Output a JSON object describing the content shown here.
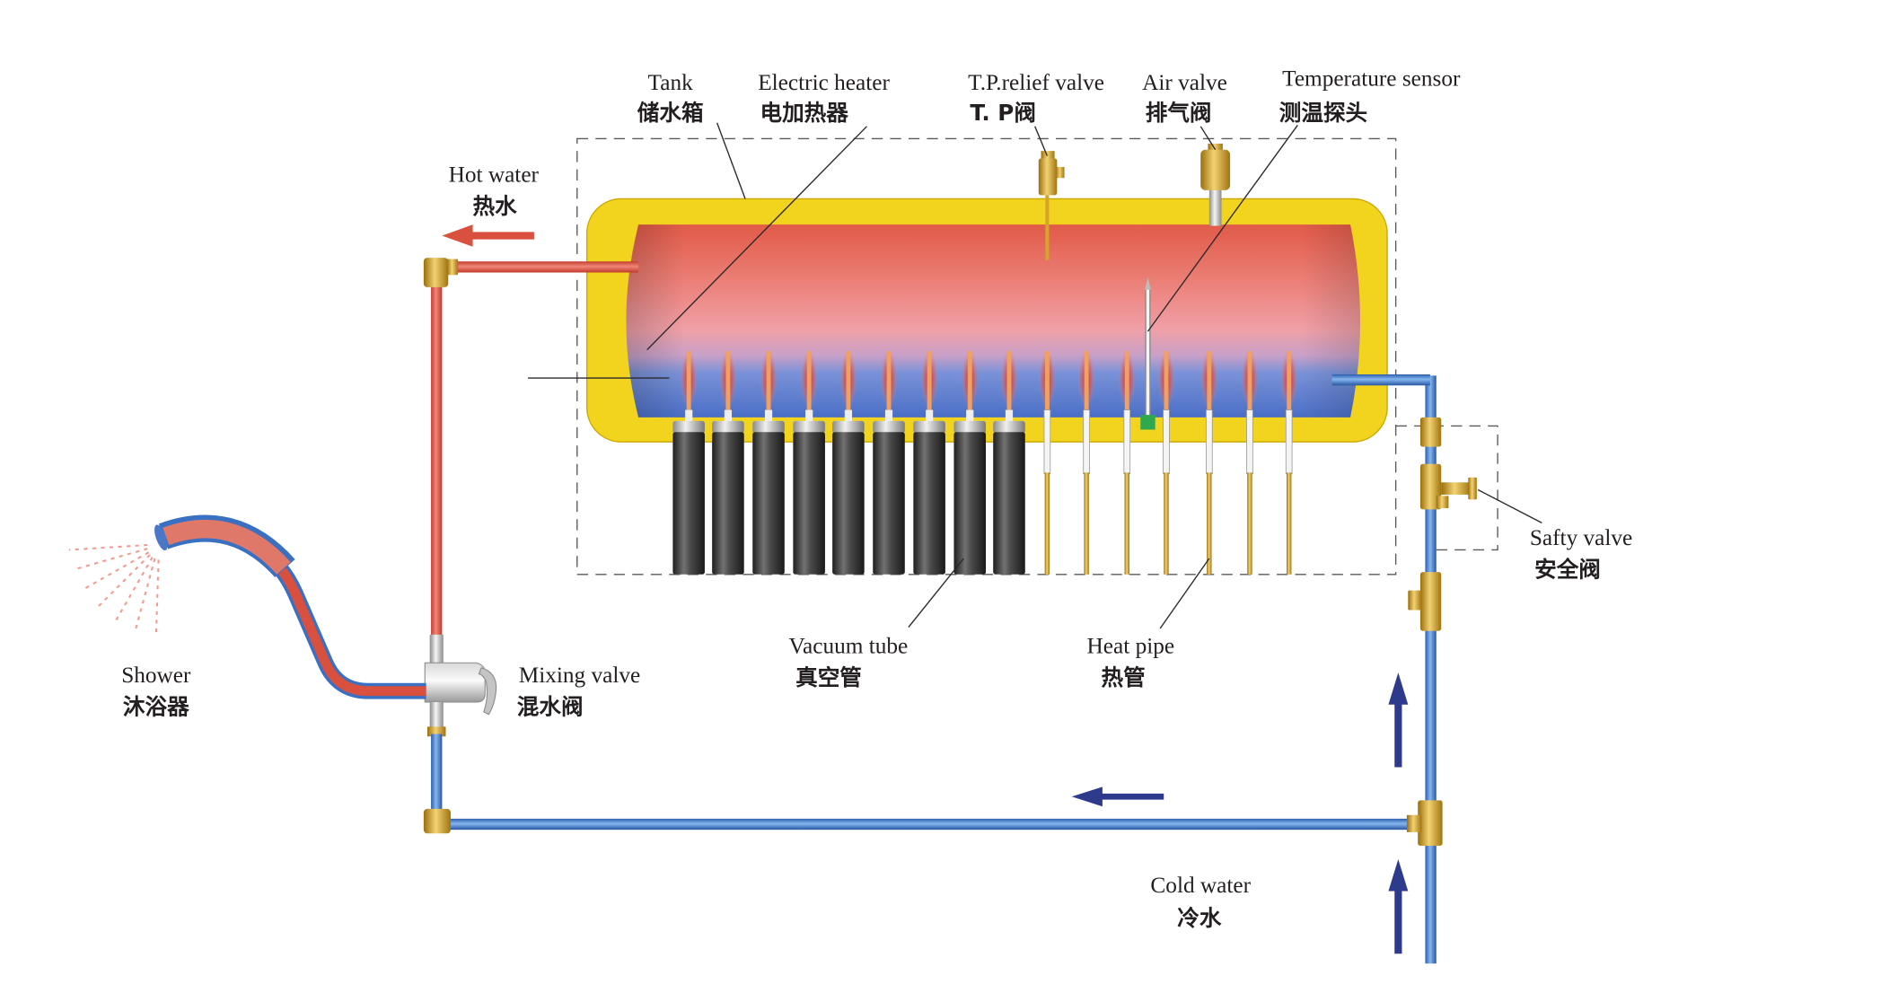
{
  "labels": {
    "tank": {
      "en": "Tank",
      "zh": "储水箱"
    },
    "electric_heater": {
      "en": "Electric heater",
      "zh": "电加热器"
    },
    "tp_relief_valve": {
      "en": "T.P.relief valve",
      "zh": "T. P阀"
    },
    "air_valve": {
      "en": "Air valve",
      "zh": "排气阀"
    },
    "temperature_sensor": {
      "en": "Temperature sensor",
      "zh": "测温探头"
    },
    "hot_water": {
      "en": "Hot water",
      "zh": "热水"
    },
    "safety_valve": {
      "en": "Safty valve",
      "zh": "安全阀"
    },
    "vacuum_tube": {
      "en": "Vacuum tube",
      "zh": "真空管"
    },
    "heat_pipe": {
      "en": "Heat pipe",
      "zh": "热管"
    },
    "shower": {
      "en": "Shower",
      "zh": "沐浴器"
    },
    "mixing_valve": {
      "en": "Mixing valve",
      "zh": "混水阀"
    },
    "cold_water": {
      "en": "Cold water",
      "zh": "冷水"
    }
  },
  "colors": {
    "hot_water": "#d9503e",
    "cold_water": "#3a70c2",
    "flow_arrow_cold": "#2e3a8c",
    "tank_shell": "#f2d41e",
    "fitting": "#d4a52a"
  }
}
